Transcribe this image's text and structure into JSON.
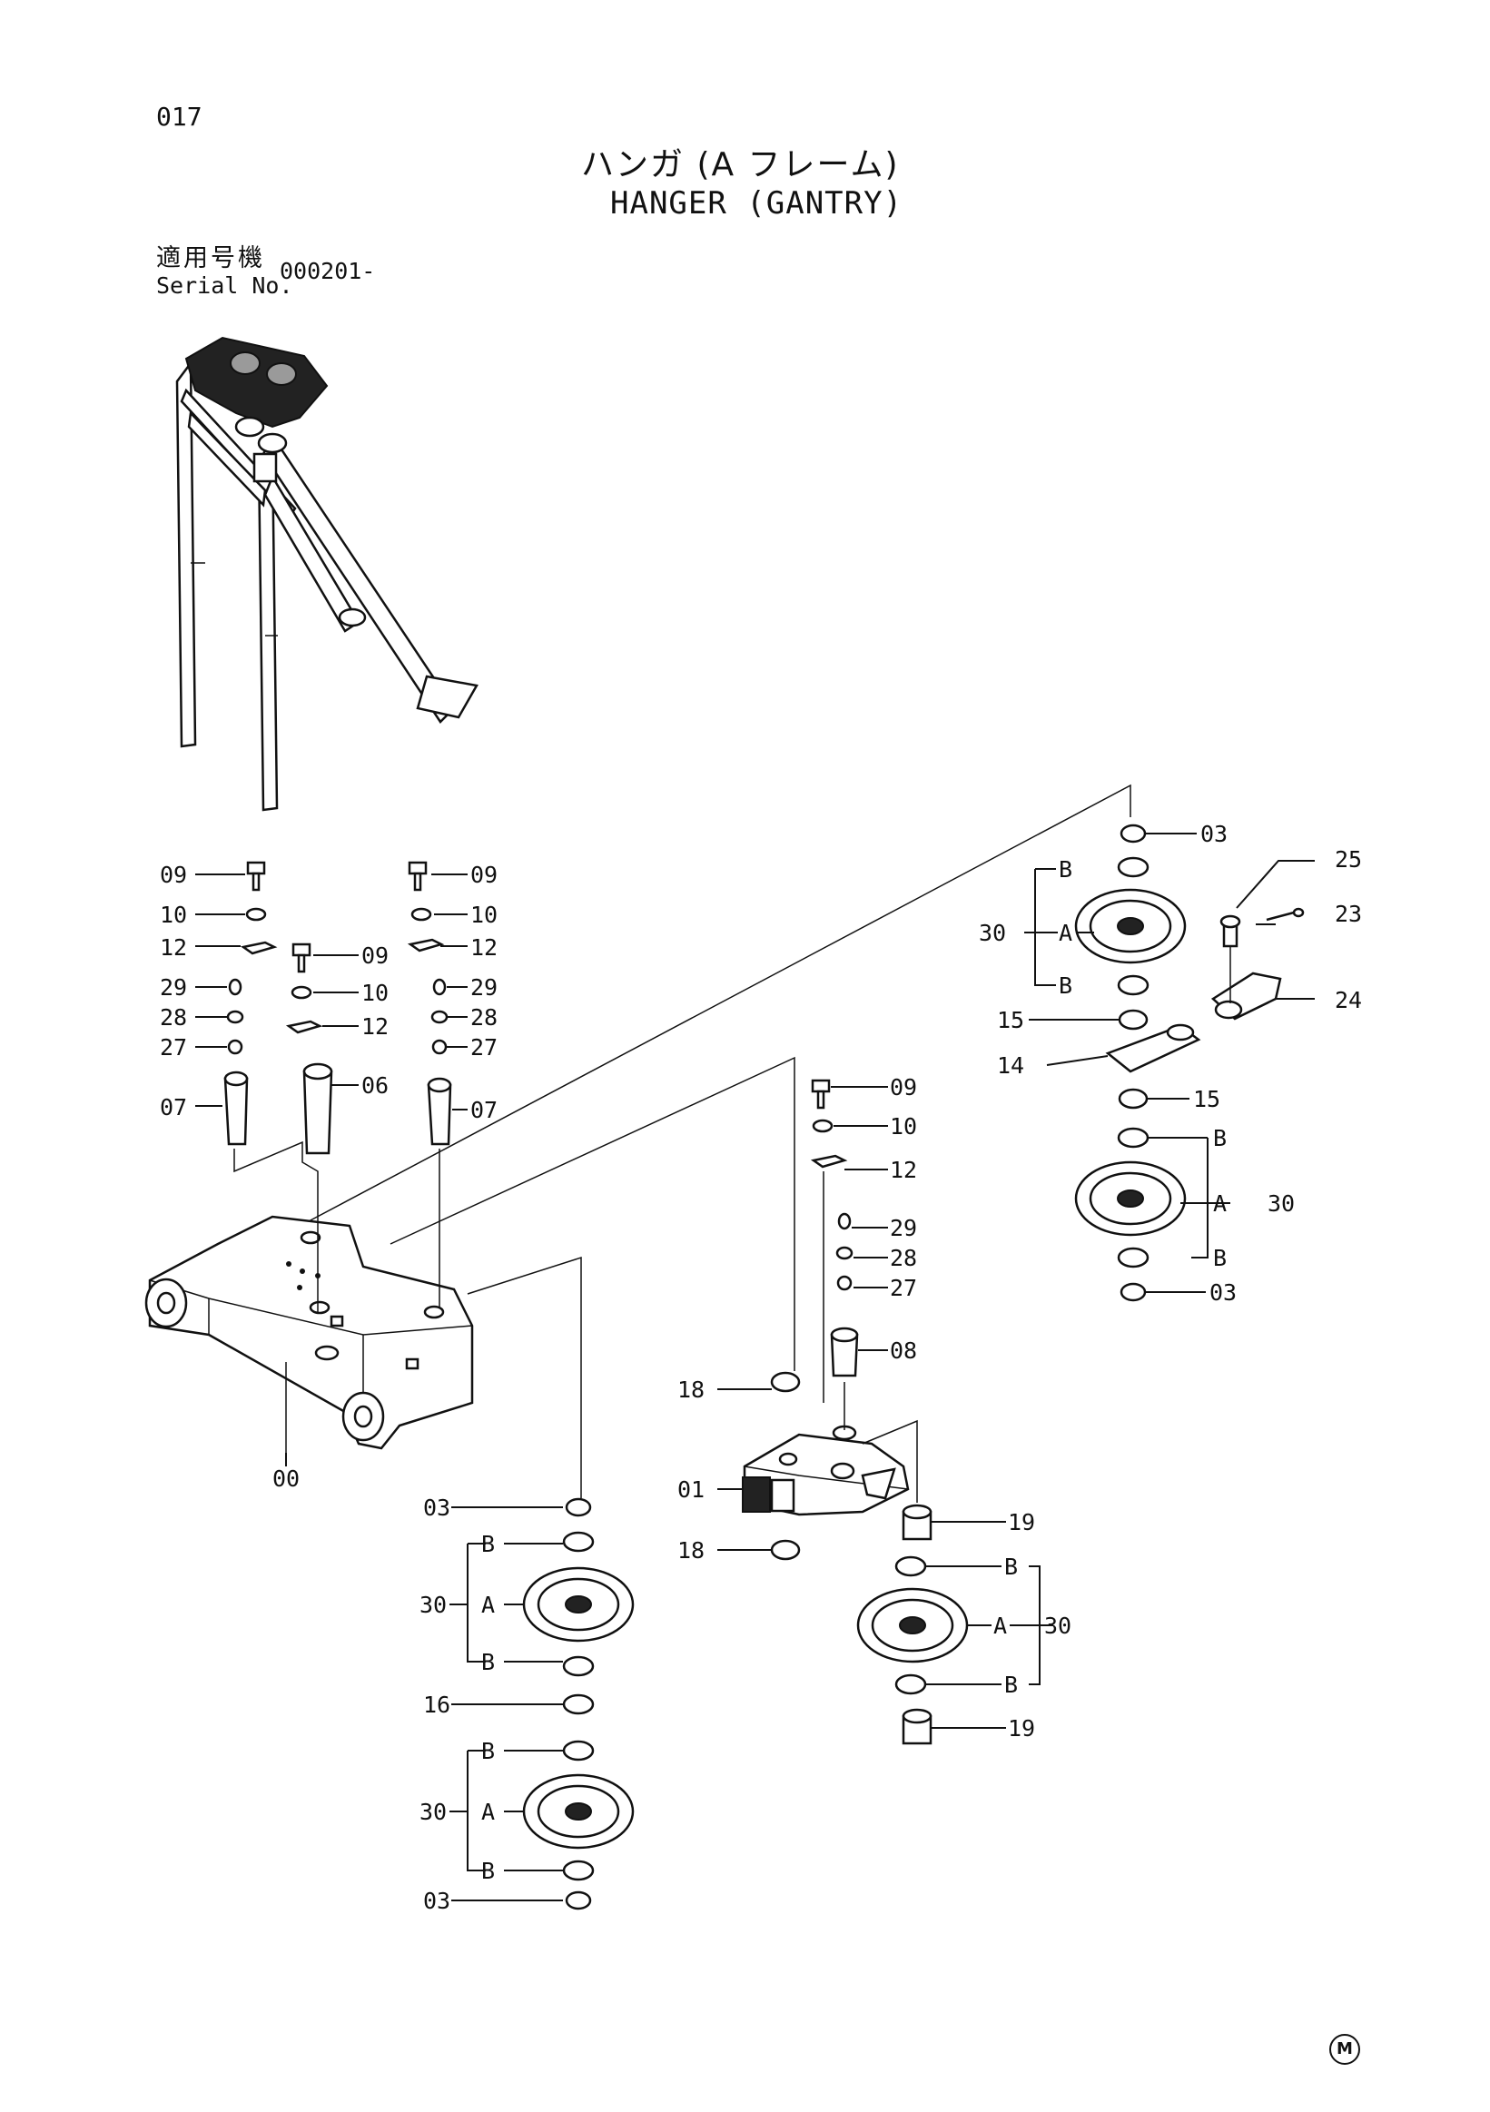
{
  "header": {
    "page_number": "017",
    "title_jp": "ハンガ (A フレーム)",
    "title_en": "HANGER (GANTRY)",
    "serial_label_jp": "適用号機",
    "serial_label_en": "Serial No.",
    "serial_value": "000201-"
  },
  "footer_mark": "M",
  "callouts": {
    "c00": "00",
    "c01": "01",
    "c03a": "03",
    "c03b": "03",
    "c03c": "03",
    "c03d": "03",
    "c06": "06",
    "c07a": "07",
    "c07b": "07",
    "c08": "08",
    "c09a": "09",
    "c09b": "09",
    "c09c": "09",
    "c09d": "09",
    "c10a": "10",
    "c10b": "10",
    "c10c": "10",
    "c10d": "10",
    "c12a": "12",
    "c12b": "12",
    "c12c": "12",
    "c12d": "12",
    "c14": "14",
    "c15a": "15",
    "c15b": "15",
    "c16": "16",
    "c18a": "18",
    "c18b": "18",
    "c19a": "19",
    "c19b": "19",
    "c23": "23",
    "c24": "24",
    "c25": "25",
    "c27a": "27",
    "c27b": "27",
    "c27c": "27",
    "c28a": "28",
    "c28b": "28",
    "c28c": "28",
    "c29a": "29",
    "c29b": "29",
    "c29c": "29",
    "c30a": "30",
    "c30b": "30",
    "c30c": "30",
    "c30d": "30",
    "c30e": "30",
    "sa": "A",
    "sb": "B"
  }
}
